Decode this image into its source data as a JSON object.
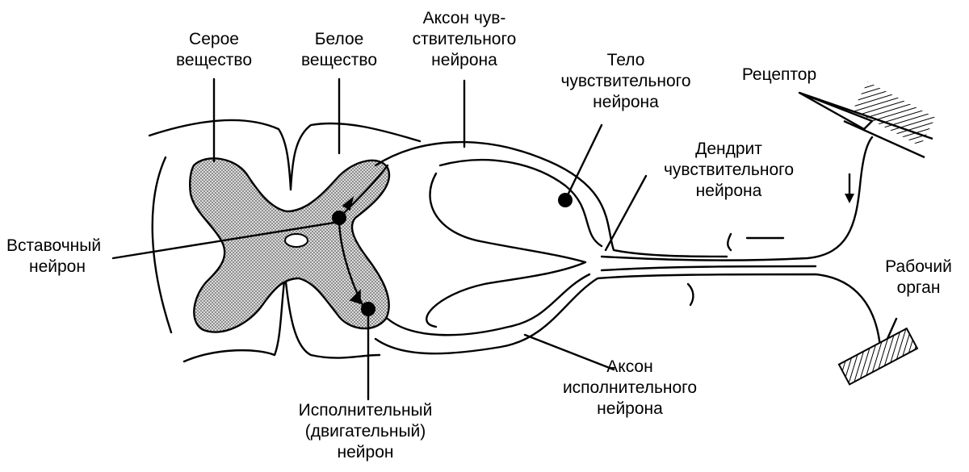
{
  "labels": {
    "gray_matter": [
      "Серое",
      "вещество"
    ],
    "white_matter": [
      "Белое",
      "вещество"
    ],
    "sensory_axon": [
      "Аксон чув-",
      "ствительного",
      "нейрона"
    ],
    "sensory_body": [
      "Тело",
      "чувствительного",
      "нейрона"
    ],
    "receptor": [
      "Рецептор"
    ],
    "sensory_dendrite": [
      "Дендрит",
      "чувствительного",
      "нейрона"
    ],
    "interneuron": [
      "Вставочный",
      "нейрон"
    ],
    "effector": [
      "Рабочий",
      "орган"
    ],
    "motor_axon": [
      "Аксон",
      "исполнительного",
      "нейрона"
    ],
    "motor_neuron": [
      "Исполнительный",
      "(двигательный)",
      "нейрон"
    ]
  },
  "colors": {
    "line": "#000000",
    "gray_fill": "#c9c9c9",
    "background": "#ffffff"
  }
}
